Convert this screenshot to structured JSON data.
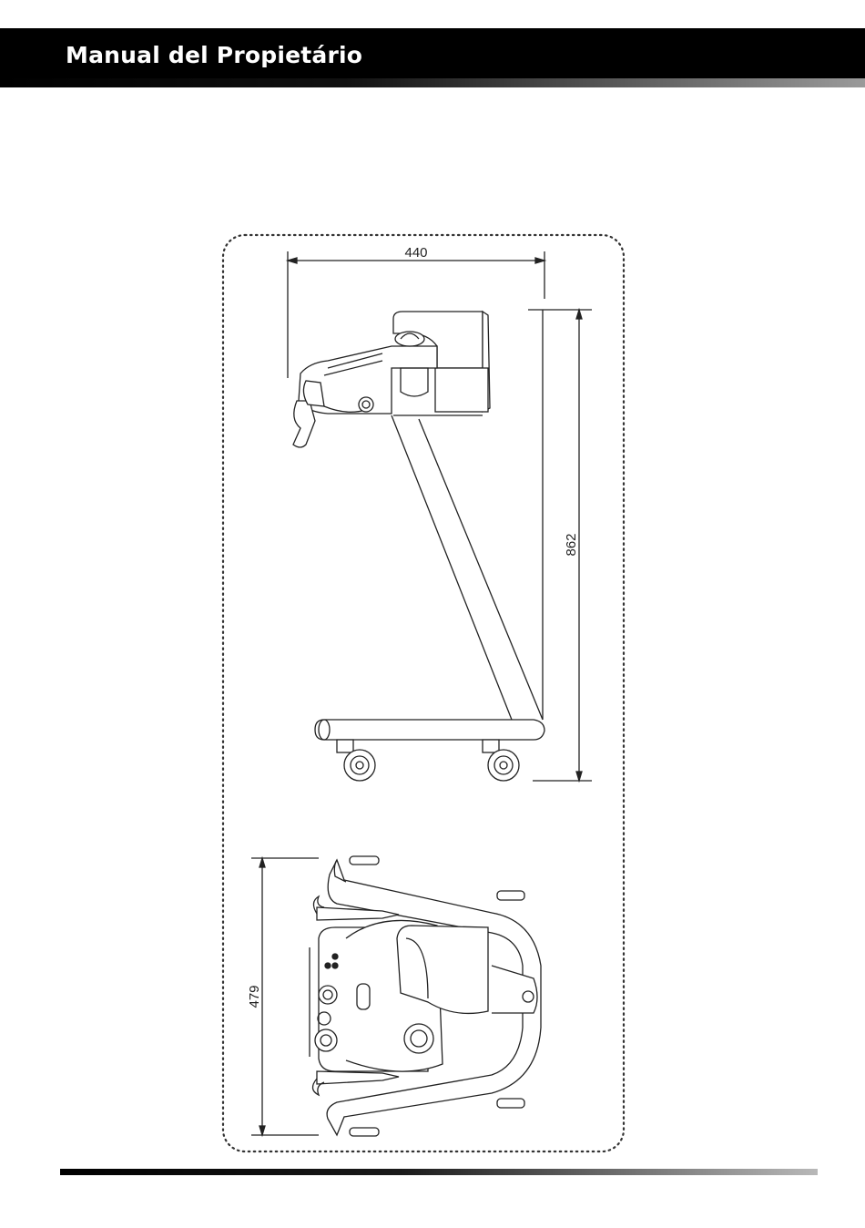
{
  "header": {
    "title": "Manual del Propietário"
  },
  "figure": {
    "side_view": {
      "width_label": "440",
      "height_label": "862"
    },
    "top_view": {
      "depth_label": "479"
    }
  },
  "colors": {
    "header_bg": "#000000",
    "header_text": "#ffffff",
    "line": "#222222"
  }
}
